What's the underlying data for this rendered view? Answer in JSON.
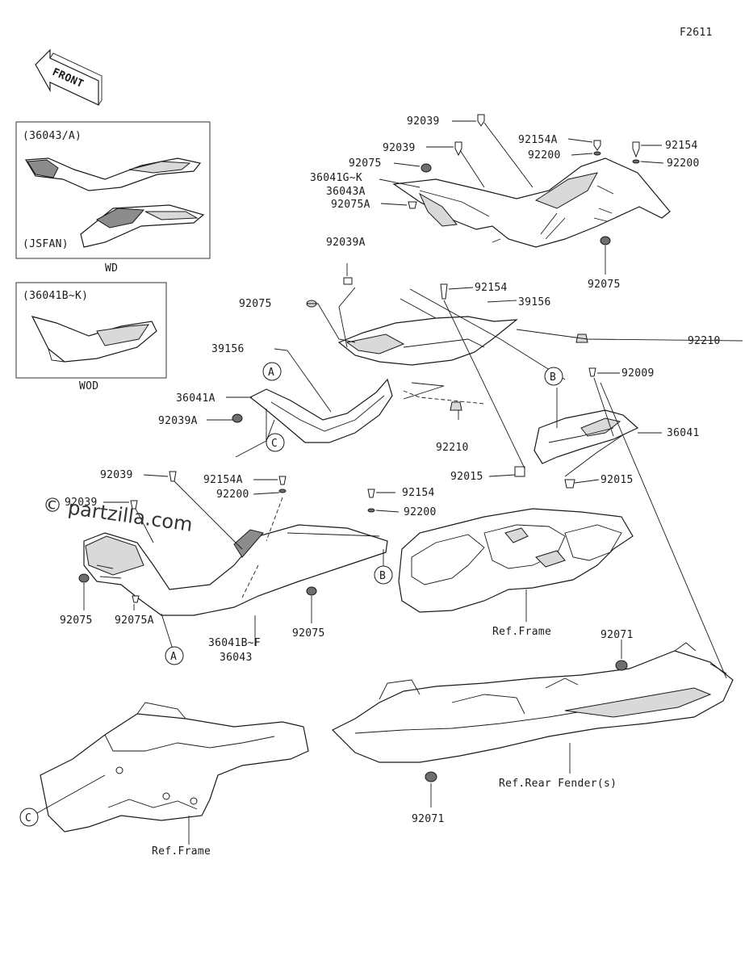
{
  "figure_code": "F2611",
  "front_arrow_label": "FRONT",
  "watermark": "© partzilla.com",
  "inset_boxes": [
    {
      "title": "(36043/A)",
      "sub": "(JSFAN)",
      "caption": "WD"
    },
    {
      "title": "(36041B~K)",
      "caption": "WOD"
    }
  ],
  "callouts": [
    "A",
    "B",
    "C"
  ],
  "part_labels": {
    "p92039_top": "92039",
    "p92039_mid": "92039",
    "p92075_top": "92075",
    "p36041gk": "36041G~K",
    "p36043a": "36043A",
    "p92075a_top": "92075A",
    "p92039a_top": "92039A",
    "p92154a_top": "92154A",
    "p92200_top": "92200",
    "p92154_tr": "92154",
    "p92200_tr": "92200",
    "p92075_r": "92075",
    "p92075_mid": "92075",
    "p92154_mid": "92154",
    "p39156_r": "39156",
    "p92210_r": "92210",
    "p39156_l": "39156",
    "p36041a": "36041A",
    "p92039a_l": "92039A",
    "p92210_mid": "92210",
    "p92009": "92009",
    "p36041": "36041",
    "p92039_lower": "92039",
    "p92154a_lower": "92154A",
    "p92200_lower": "92200",
    "p92015_mid": "92015",
    "p92015_r": "92015",
    "p92039_left": "92039",
    "p92154_lower": "92154",
    "p92200_lower_r": "92200",
    "p92075_left": "92075",
    "p92075a_left": "92075A",
    "p36041bf": "36041B~F",
    "p36043": "36043",
    "p92075_lower": "92075",
    "ref_frame_mid": "Ref.Frame",
    "p92071_top": "92071",
    "p92071_bot": "92071",
    "ref_rear_fender": "Ref.Rear Fender(s)",
    "ref_frame_bot": "Ref.Frame"
  }
}
